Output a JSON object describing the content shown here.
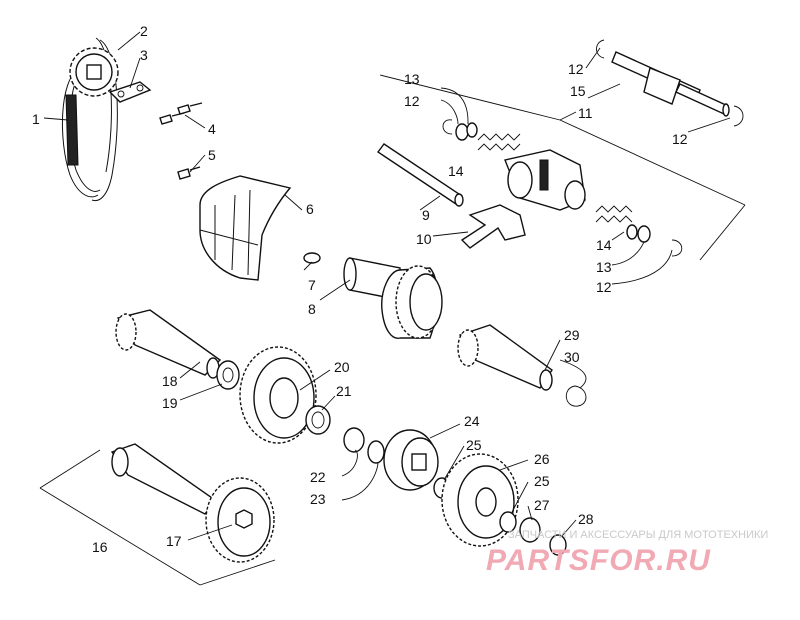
{
  "labels": [
    {
      "n": "1"
    },
    {
      "n": "2"
    },
    {
      "n": "3"
    },
    {
      "n": "4"
    },
    {
      "n": "5"
    },
    {
      "n": "6"
    },
    {
      "n": "7"
    },
    {
      "n": "8"
    },
    {
      "n": "9"
    },
    {
      "n": "10"
    },
    {
      "n": "11"
    },
    {
      "n": "12"
    },
    {
      "n": "12"
    },
    {
      "n": "12"
    },
    {
      "n": "12"
    },
    {
      "n": "13"
    },
    {
      "n": "13"
    },
    {
      "n": "14"
    },
    {
      "n": "14"
    },
    {
      "n": "15"
    },
    {
      "n": "16"
    },
    {
      "n": "17"
    },
    {
      "n": "18"
    },
    {
      "n": "19"
    },
    {
      "n": "20"
    },
    {
      "n": "21"
    },
    {
      "n": "22"
    },
    {
      "n": "23"
    },
    {
      "n": "24"
    },
    {
      "n": "25"
    },
    {
      "n": "25"
    },
    {
      "n": "26"
    },
    {
      "n": "27"
    },
    {
      "n": "28"
    },
    {
      "n": "29"
    },
    {
      "n": "30"
    }
  ],
  "watermark": {
    "tagline": "ЗАПЧАСТИ И АКСЕССУАРЫ ДЛЯ МОТОТЕХНИКИ",
    "logo": "PARTSFOR.RU",
    "color": "#f1a9b4"
  }
}
